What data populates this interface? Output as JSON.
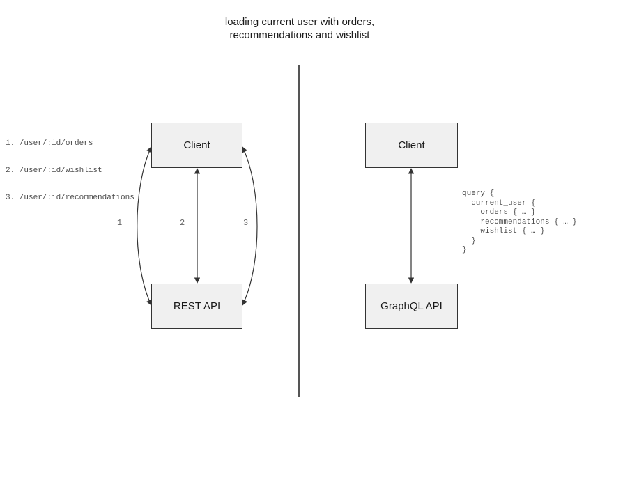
{
  "title": {
    "line1": "loading current user with orders,",
    "line2": "recommendations and wishlist"
  },
  "left_panel": {
    "endpoints": [
      "1. /user/:id/orders",
      "2. /user/:id/wishlist",
      "3. /user/:id/recommendations"
    ],
    "client_label": "Client",
    "api_label": "REST API",
    "arrow_labels": [
      "1",
      "2",
      "3"
    ]
  },
  "right_panel": {
    "client_label": "Client",
    "api_label": "GraphQL API",
    "query": "query {\n  current_user {\n    orders { … }\n    recommendations { … }\n    wishlist { … }\n  }\n}"
  },
  "colors": {
    "box_fill": "#f0f0f0",
    "box_border": "#333333",
    "arrow": "#333333",
    "divider": "#555555",
    "muted_text": "#4d4d4d",
    "arrow_label_text": "#666666"
  }
}
